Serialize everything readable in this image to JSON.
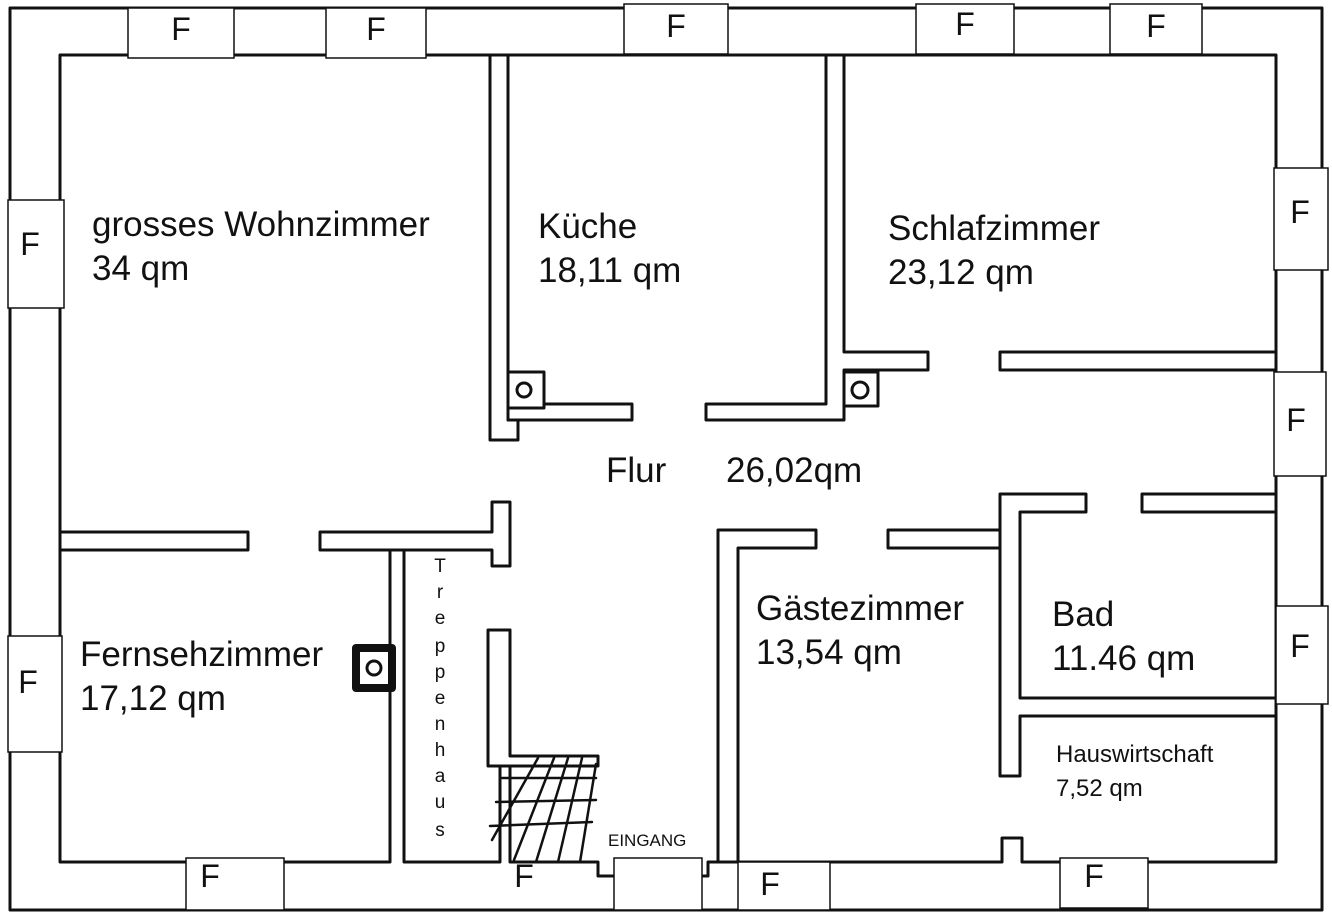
{
  "rooms": {
    "wohnzimmer": {
      "name": "grosses Wohnzimmer",
      "area": "34 qm"
    },
    "kueche": {
      "name": "Küche",
      "area": "18,11 qm"
    },
    "schlafzimmer": {
      "name": "Schlafzimmer",
      "area": "23,12 qm"
    },
    "flur": {
      "name": "Flur",
      "area": "26,02qm"
    },
    "gaestezimmer": {
      "name": "Gästezimmer",
      "area": "13,54 qm"
    },
    "bad": {
      "name": "Bad",
      "area": "11.46 qm"
    },
    "fernsehzimmer": {
      "name": "Fernsehzimmer",
      "area": "17,12 qm"
    },
    "hauswirtschaft": {
      "name": "Hauswirtschaft",
      "area": "7,52 qm"
    }
  },
  "treppenhaus": [
    "T",
    "r",
    "e",
    "p",
    "p",
    "e",
    "n",
    "h",
    "a",
    "u",
    "s"
  ],
  "eingang": "EINGANG",
  "window_label": "F",
  "colors": {
    "line": "#111111",
    "background": "#ffffff"
  }
}
